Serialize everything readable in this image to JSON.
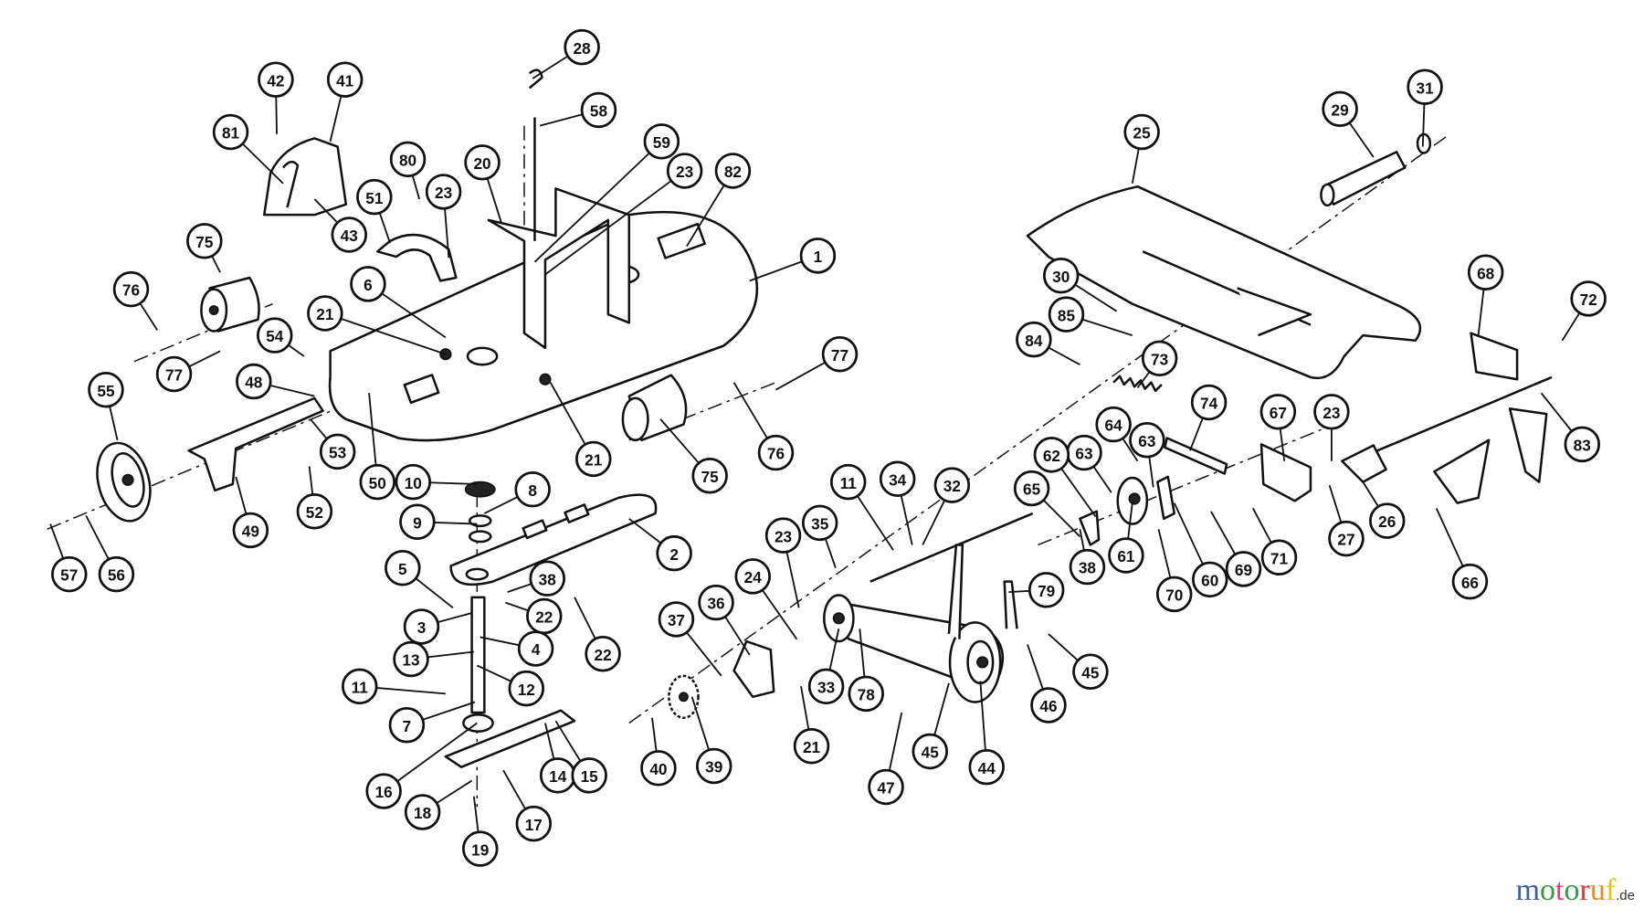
{
  "diagram": {
    "title": "Mower deck and drive assembly exploded parts diagram",
    "callouts": [
      "28",
      "42",
      "41",
      "58",
      "59",
      "23",
      "82",
      "81",
      "80",
      "20",
      "23",
      "51",
      "43",
      "75",
      "1",
      "76",
      "6",
      "21",
      "54",
      "77",
      "48",
      "77",
      "55",
      "53",
      "21",
      "75",
      "76",
      "50",
      "10",
      "8",
      "9",
      "49",
      "52",
      "2",
      "57",
      "56",
      "5",
      "38",
      "22",
      "3",
      "4",
      "22",
      "13",
      "12",
      "11",
      "7",
      "16",
      "14",
      "15",
      "18",
      "17",
      "19",
      "25",
      "29",
      "31",
      "30",
      "85",
      "84",
      "73",
      "68",
      "72",
      "74",
      "64",
      "63",
      "63",
      "62",
      "67",
      "23",
      "65",
      "11",
      "34",
      "32",
      "35",
      "23",
      "24",
      "36",
      "37",
      "79",
      "38",
      "61",
      "70",
      "60",
      "69",
      "71",
      "83",
      "26",
      "27",
      "66",
      "33",
      "78",
      "45",
      "46",
      "45",
      "44",
      "47",
      "40",
      "39",
      "21"
    ]
  },
  "watermark": {
    "letters": [
      "m",
      "o",
      "t",
      "o",
      "r",
      "u",
      "f"
    ],
    "letter_colors": [
      "#3b5fa8",
      "#3b9a3b",
      "#e0407a",
      "#2e9e4a",
      "#e03a2a",
      "#f08c1a",
      "#e8c21a"
    ],
    "tld": ".de"
  }
}
